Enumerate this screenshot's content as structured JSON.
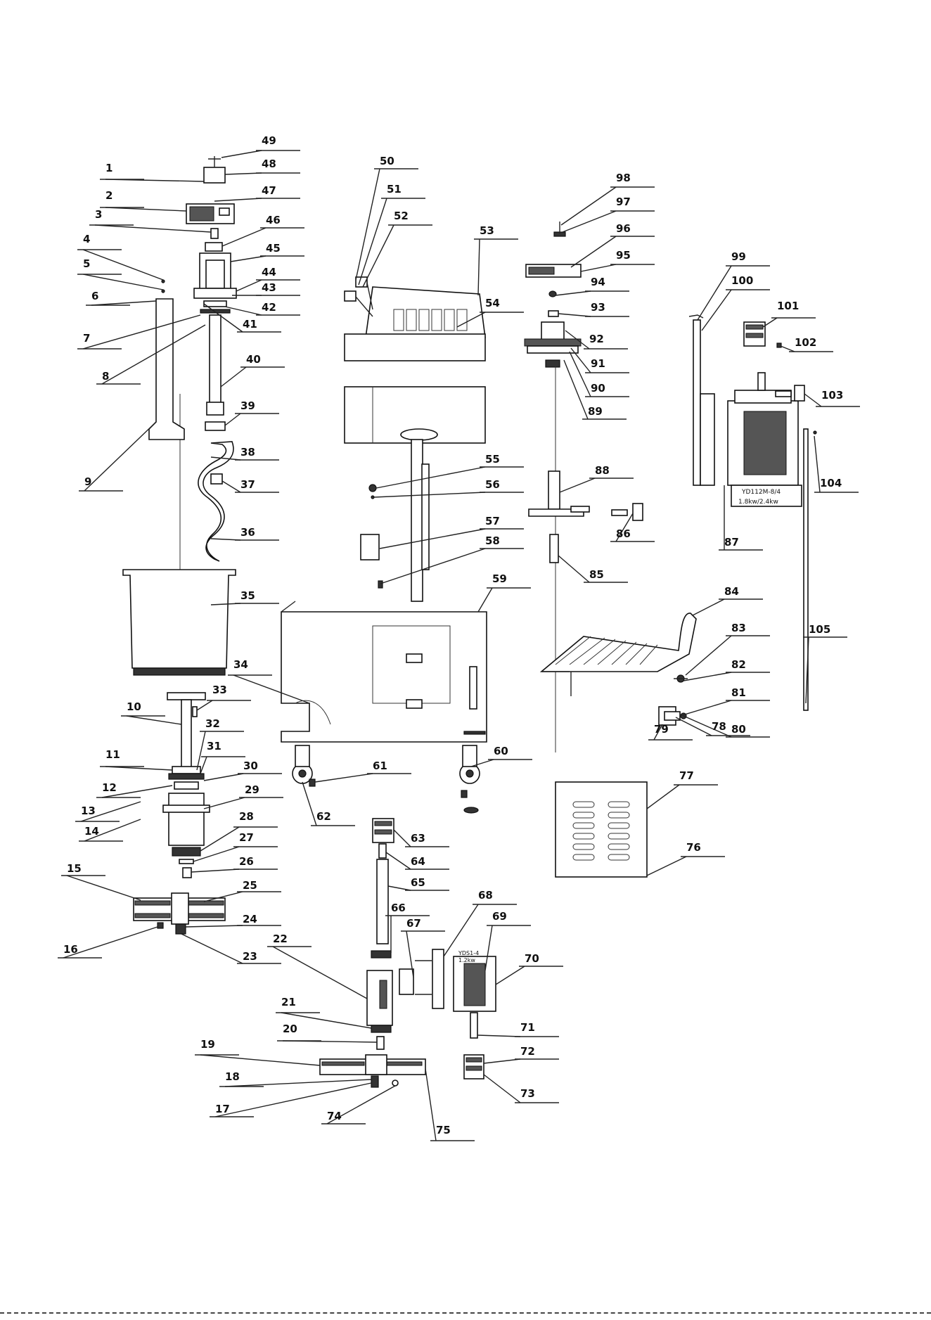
{
  "diagram": {
    "motor_main_label_1": "YD112M-8/4",
    "motor_main_label_2": "1.8kw/2.4kw",
    "motor_small_label_1": "YDS1-4",
    "motor_small_label_2": "1.2kw",
    "callouts": [
      "1",
      "2",
      "3",
      "4",
      "5",
      "6",
      "7",
      "8",
      "9",
      "10",
      "11",
      "12",
      "13",
      "14",
      "15",
      "16",
      "17",
      "18",
      "19",
      "20",
      "21",
      "22",
      "23",
      "24",
      "25",
      "26",
      "27",
      "28",
      "29",
      "30",
      "31",
      "32",
      "33",
      "34",
      "35",
      "36",
      "37",
      "38",
      "39",
      "40",
      "41",
      "42",
      "43",
      "44",
      "45",
      "46",
      "47",
      "48",
      "49",
      "50",
      "51",
      "52",
      "53",
      "54",
      "55",
      "56",
      "57",
      "58",
      "59",
      "60",
      "61",
      "62",
      "63",
      "64",
      "65",
      "66",
      "67",
      "68",
      "69",
      "70",
      "71",
      "72",
      "73",
      "74",
      "75",
      "76",
      "77",
      "78",
      "79",
      "80",
      "81",
      "82",
      "83",
      "84",
      "85",
      "86",
      "87",
      "88",
      "89",
      "90",
      "91",
      "92",
      "93",
      "94",
      "95",
      "96",
      "97",
      "98",
      "99",
      "100",
      "101",
      "102",
      "103",
      "104",
      "105"
    ]
  }
}
